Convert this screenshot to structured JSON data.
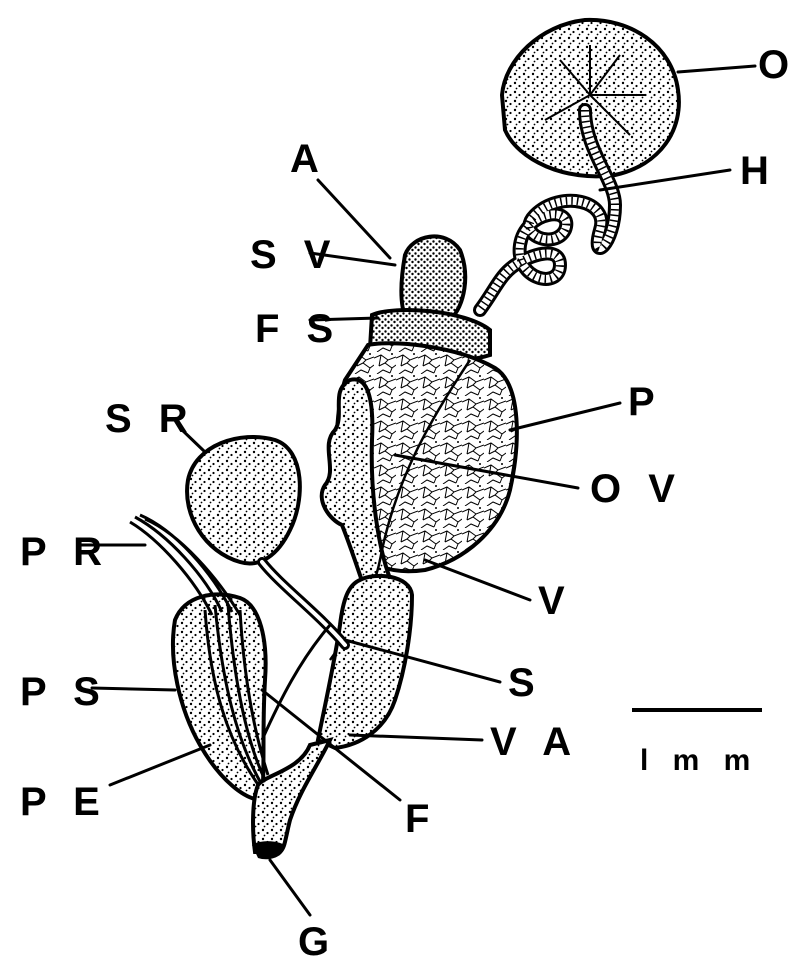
{
  "figure": {
    "ink_color": "#000000",
    "background_color": "#ffffff",
    "labels": {
      "O": "O",
      "H": "H",
      "A": "A",
      "SV": "S V",
      "FS": "F S",
      "P": "P",
      "SR": "S R",
      "OV": "O V",
      "PR": "P R",
      "V": "V",
      "S": "S",
      "PS": "P S",
      "VA": "V A",
      "PE": "P E",
      "F": "F",
      "G": "G"
    },
    "scale_bar": {
      "label": "l m m"
    }
  }
}
